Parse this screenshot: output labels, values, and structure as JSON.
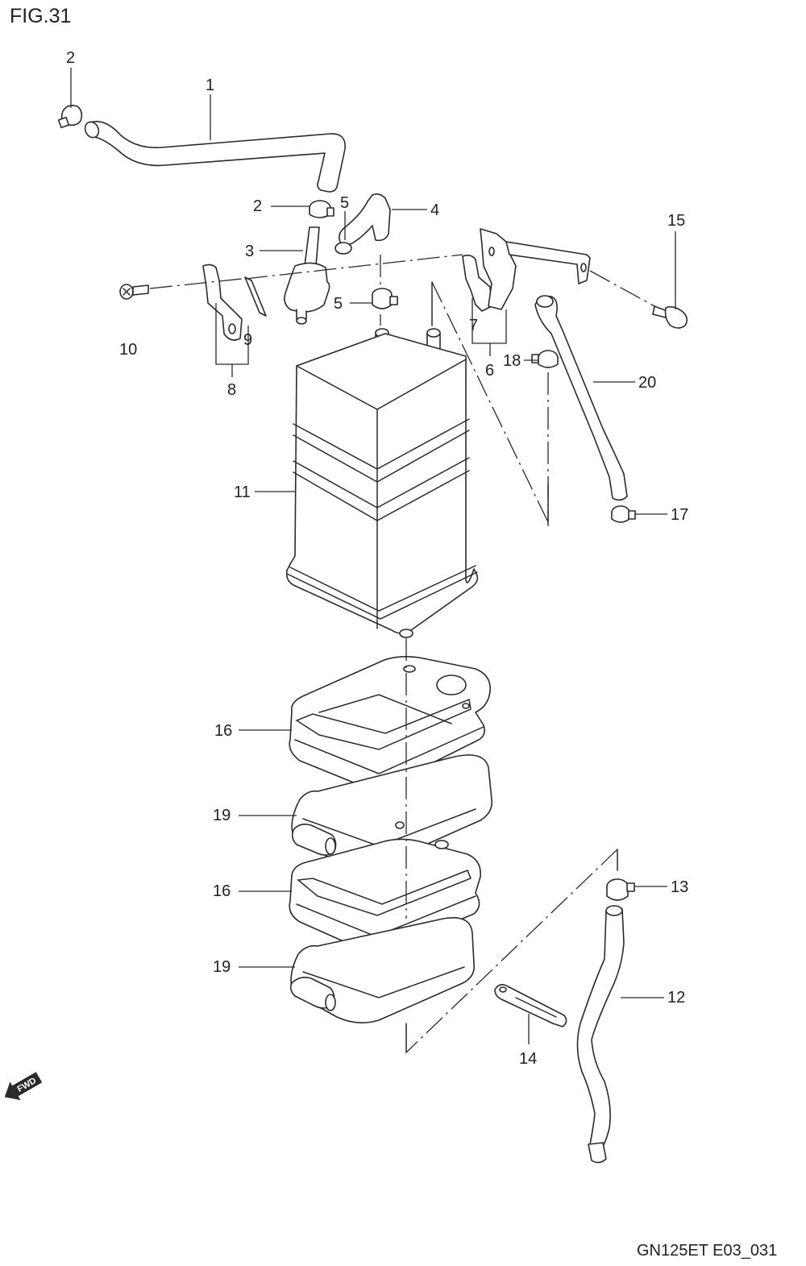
{
  "figure": {
    "title": "FIG.31",
    "code": "GN125ET E03_031",
    "fwd_label": "FWD"
  },
  "callouts": [
    {
      "id": "c2a",
      "label": "2"
    },
    {
      "id": "c1",
      "label": "1"
    },
    {
      "id": "c2b",
      "label": "2"
    },
    {
      "id": "c5a",
      "label": "5"
    },
    {
      "id": "c4",
      "label": "4"
    },
    {
      "id": "c3",
      "label": "3"
    },
    {
      "id": "c5b",
      "label": "5"
    },
    {
      "id": "c10",
      "label": "10"
    },
    {
      "id": "c9",
      "label": "9"
    },
    {
      "id": "c8",
      "label": "8"
    },
    {
      "id": "c7",
      "label": "7"
    },
    {
      "id": "c6",
      "label": "6"
    },
    {
      "id": "c15",
      "label": "15"
    },
    {
      "id": "c18",
      "label": "18"
    },
    {
      "id": "c20",
      "label": "20"
    },
    {
      "id": "c11",
      "label": "11"
    },
    {
      "id": "c17",
      "label": "17"
    },
    {
      "id": "c16a",
      "label": "16"
    },
    {
      "id": "c19a",
      "label": "19"
    },
    {
      "id": "c16b",
      "label": "16"
    },
    {
      "id": "c19b",
      "label": "19"
    },
    {
      "id": "c13",
      "label": "13"
    },
    {
      "id": "c12",
      "label": "12"
    },
    {
      "id": "c14",
      "label": "14"
    }
  ]
}
